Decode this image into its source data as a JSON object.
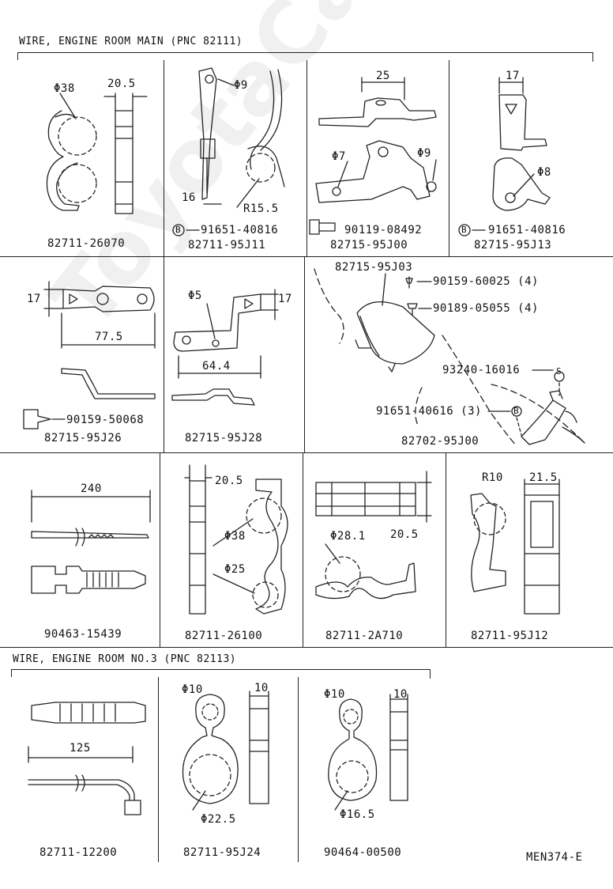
{
  "watermark": "ToyotaCarManual.ru",
  "section1": {
    "title": "WIRE, ENGINE ROOM MAIN (PNC 82111)",
    "panels": [
      {
        "id": "p1",
        "part": "82711-26070",
        "dims": [
          "Φ38",
          "20.5"
        ]
      },
      {
        "id": "p2",
        "part": "82711-95J11",
        "bolt": "91651-40816",
        "dims": [
          "Φ9",
          "16",
          "R15.5"
        ]
      },
      {
        "id": "p3",
        "part": "82715-95J00",
        "bolt": "90119-08492",
        "dims": [
          "25",
          "Φ7",
          "Φ9"
        ]
      },
      {
        "id": "p4",
        "part": "82715-95J13",
        "bolt": "91651-40816",
        "dims": [
          "17",
          "Φ8"
        ]
      },
      {
        "id": "p5",
        "part": "82715-95J26",
        "bolt": "90159-50068",
        "dims": [
          "17",
          "77.5"
        ]
      },
      {
        "id": "p6",
        "part": "82715-95J28",
        "dims": [
          "Φ5",
          "17",
          "64.4"
        ]
      },
      {
        "id": "p7",
        "labels": [
          "82715-95J03",
          "90159-60025 (4)",
          "90189-05055 (4)",
          "93240-16016",
          "91651-40616 (3)",
          "82702-95J00"
        ]
      },
      {
        "id": "p8",
        "part": "90463-15439",
        "dims": [
          "240"
        ]
      },
      {
        "id": "p9",
        "part": "82711-26100",
        "dims": [
          "20.5",
          "Φ38",
          "Φ25"
        ]
      },
      {
        "id": "p10",
        "part": "82711-2A710",
        "dims": [
          "Φ28.1",
          "20.5"
        ]
      },
      {
        "id": "p11",
        "part": "82711-95J12",
        "dims": [
          "R10",
          "21.5"
        ]
      }
    ]
  },
  "section2": {
    "title": "WIRE, ENGINE ROOM NO.3 (PNC 82113)",
    "panels": [
      {
        "id": "p12",
        "part": "82711-12200",
        "dims": [
          "125"
        ]
      },
      {
        "id": "p13",
        "part": "82711-95J24",
        "dims": [
          "Φ10",
          "10",
          "Φ22.5"
        ]
      },
      {
        "id": "p14",
        "part": "90464-00500",
        "dims": [
          "Φ10",
          "10",
          "Φ16.5"
        ]
      }
    ]
  },
  "bolt_marker": "B",
  "s_marker": "S",
  "figure_code": "MEN374-E"
}
